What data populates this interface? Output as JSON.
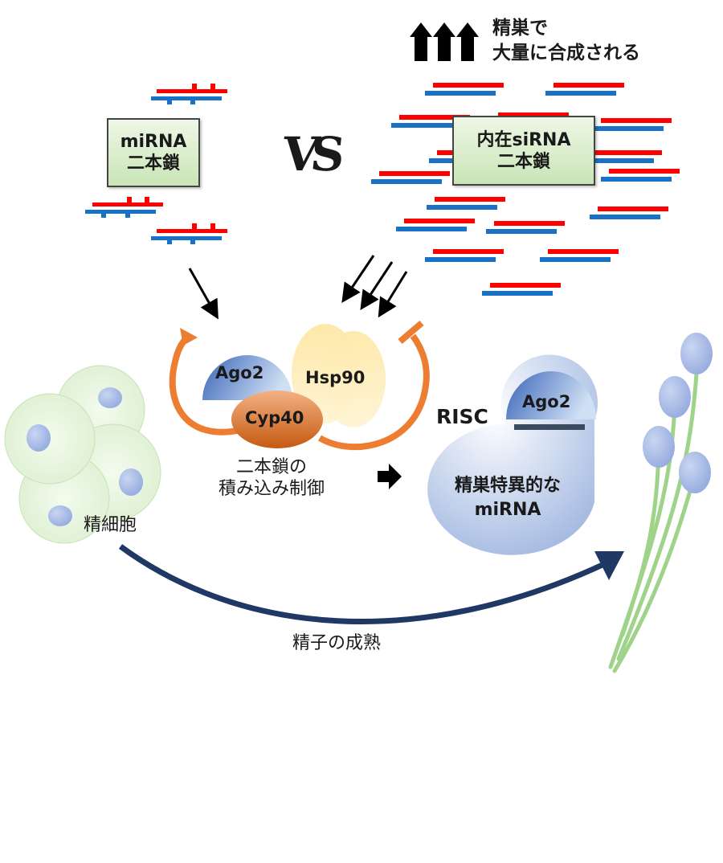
{
  "top_note": {
    "arrows_icon": "triple-up-arrow-icon",
    "line1": "精巣で",
    "line2": "大量に合成される"
  },
  "mirna_box": {
    "line1": "miRNA",
    "line2": "二本鎖"
  },
  "vs_label": "VS",
  "sirna_box": {
    "line1": "内在siRNA",
    "line2": "二本鎖"
  },
  "proteins": {
    "ago2": "Ago2",
    "hsp90": "Hsp90",
    "cyp40": "Cyp40"
  },
  "loading_label": {
    "line1": "二本鎖の",
    "line2": "積み込み制御"
  },
  "risc": {
    "label": "RISC",
    "ago2": "Ago2",
    "line1": "精巣特異的な",
    "line2": "miRNA"
  },
  "spermatocyte_label": "精細胞",
  "maturation_label": "精子の成熟",
  "colors": {
    "red_strand": "#ff0000",
    "blue_strand": "#1a72c8",
    "orange_loop": "#ed7d31",
    "navy_arrow": "#1f3864",
    "sperm_tail": "#9fd38a"
  }
}
